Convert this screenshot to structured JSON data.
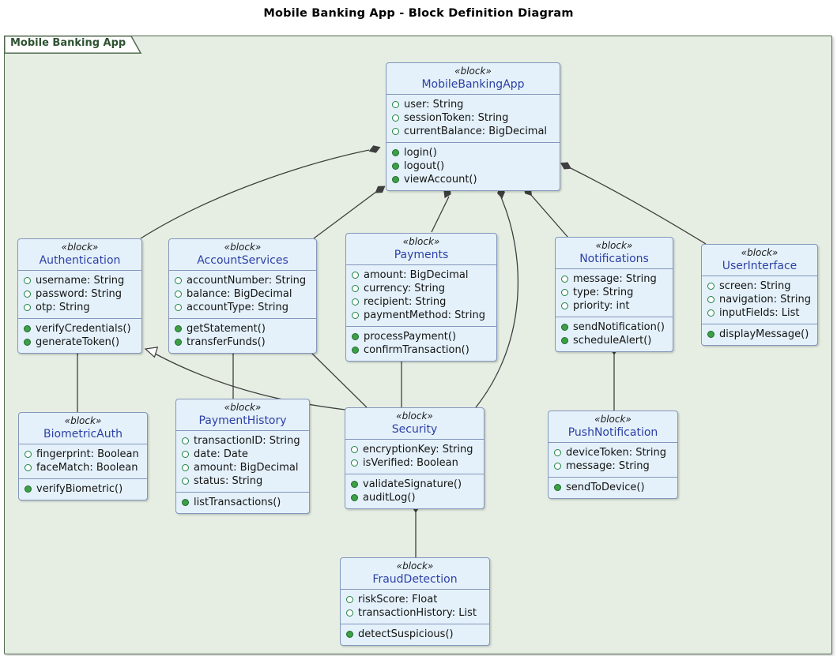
{
  "page": {
    "title": "Mobile Banking App - Block Definition Diagram"
  },
  "frame": {
    "label": "Mobile Banking App"
  },
  "blocks": [
    {
      "id": "MobileBankingApp",
      "stereotype": "«block»",
      "name": "MobileBankingApp",
      "attributes": [
        "user: String",
        "sessionToken: String",
        "currentBalance: BigDecimal"
      ],
      "operations": [
        "login()",
        "logout()",
        "viewAccount()"
      ]
    },
    {
      "id": "Authentication",
      "stereotype": "«block»",
      "name": "Authentication",
      "attributes": [
        "username: String",
        "password: String",
        "otp: String"
      ],
      "operations": [
        "verifyCredentials()",
        "generateToken()"
      ]
    },
    {
      "id": "AccountServices",
      "stereotype": "«block»",
      "name": "AccountServices",
      "attributes": [
        "accountNumber: String",
        "balance: BigDecimal",
        "accountType: String"
      ],
      "operations": [
        "getStatement()",
        "transferFunds()"
      ]
    },
    {
      "id": "Payments",
      "stereotype": "«block»",
      "name": "Payments",
      "attributes": [
        "amount: BigDecimal",
        "currency: String",
        "recipient: String",
        "paymentMethod: String"
      ],
      "operations": [
        "processPayment()",
        "confirmTransaction()"
      ]
    },
    {
      "id": "Notifications",
      "stereotype": "«block»",
      "name": "Notifications",
      "attributes": [
        "message: String",
        "type: String",
        "priority: int"
      ],
      "operations": [
        "sendNotification()",
        "scheduleAlert()"
      ]
    },
    {
      "id": "UserInterface",
      "stereotype": "«block»",
      "name": "UserInterface",
      "attributes": [
        "screen: String",
        "navigation: String",
        "inputFields: List"
      ],
      "operations": [
        "displayMessage()"
      ]
    },
    {
      "id": "BiometricAuth",
      "stereotype": "«block»",
      "name": "BiometricAuth",
      "attributes": [
        "fingerprint: Boolean",
        "faceMatch: Boolean"
      ],
      "operations": [
        "verifyBiometric()"
      ]
    },
    {
      "id": "PaymentHistory",
      "stereotype": "«block»",
      "name": "PaymentHistory",
      "attributes": [
        "transactionID: String",
        "date: Date",
        "amount: BigDecimal",
        "status: String"
      ],
      "operations": [
        "listTransactions()"
      ]
    },
    {
      "id": "Security",
      "stereotype": "«block»",
      "name": "Security",
      "attributes": [
        "encryptionKey: String",
        "isVerified: Boolean"
      ],
      "operations": [
        "validateSignature()",
        "auditLog()"
      ]
    },
    {
      "id": "PushNotification",
      "stereotype": "«block»",
      "name": "PushNotification",
      "attributes": [
        "deviceToken: String",
        "message: String"
      ],
      "operations": [
        "sendToDevice()"
      ]
    },
    {
      "id": "FraudDetection",
      "stereotype": "«block»",
      "name": "FraudDetection",
      "attributes": [
        "riskScore: Float",
        "transactionHistory: List"
      ],
      "operations": [
        "detectSuspicious()"
      ]
    }
  ],
  "connections": [
    {
      "from": "MobileBankingApp",
      "to": "Authentication",
      "type": "composition"
    },
    {
      "from": "MobileBankingApp",
      "to": "AccountServices",
      "type": "composition"
    },
    {
      "from": "MobileBankingApp",
      "to": "Payments",
      "type": "composition"
    },
    {
      "from": "MobileBankingApp",
      "to": "Security",
      "type": "composition"
    },
    {
      "from": "MobileBankingApp",
      "to": "Notifications",
      "type": "composition"
    },
    {
      "from": "MobileBankingApp",
      "to": "UserInterface",
      "type": "composition"
    },
    {
      "from": "Authentication",
      "to": "BiometricAuth",
      "type": "composition"
    },
    {
      "from": "AccountServices",
      "to": "PaymentHistory",
      "type": "composition"
    },
    {
      "from": "AccountServices",
      "to": "Security",
      "type": "composition"
    },
    {
      "from": "Payments",
      "to": "Security",
      "type": "composition"
    },
    {
      "from": "Notifications",
      "to": "PushNotification",
      "type": "composition"
    },
    {
      "from": "Security",
      "to": "FraudDetection",
      "type": "composition"
    },
    {
      "from": "Security",
      "to": "Authentication",
      "type": "generalization"
    }
  ],
  "colors": {
    "frame_fill": "#E6EEE3",
    "frame_border": "#52694F",
    "tab_fill": "#FFFFFF",
    "tab_text": "#2F5233",
    "block_fill": "#E4F1FA",
    "block_border": "#8496BB",
    "block_name_text": "#2C3FA6",
    "edge": "#3F3F3F",
    "attribute_icon": "#1F8243",
    "operation_icon": "#3DA045"
  }
}
